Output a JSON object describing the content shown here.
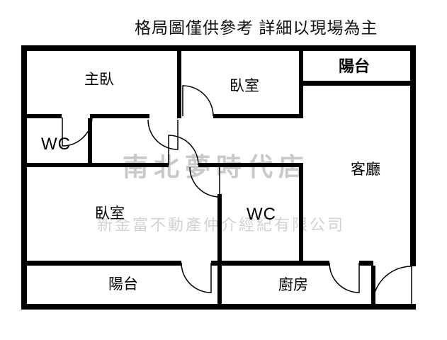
{
  "title": "格局圖僅供參考 詳細以現場為主",
  "watermark": {
    "store": "南北夢時代店",
    "company": "新金富不動產仲介經紀有限公司"
  },
  "rooms": {
    "master_bedroom": "主臥",
    "bedroom_top": "臥室",
    "balcony_top": "陽台",
    "wc_left": "WC",
    "living_room": "客廳",
    "bedroom_lower": "臥室",
    "wc_middle": "WC",
    "balcony_bottom": "陽台",
    "kitchen": "廚房"
  },
  "colors": {
    "wall": "#000000",
    "label_text": "#000000",
    "watermark_store": "#c9c9c9",
    "watermark_company": "#d3d3d3",
    "background": "#ffffff"
  }
}
